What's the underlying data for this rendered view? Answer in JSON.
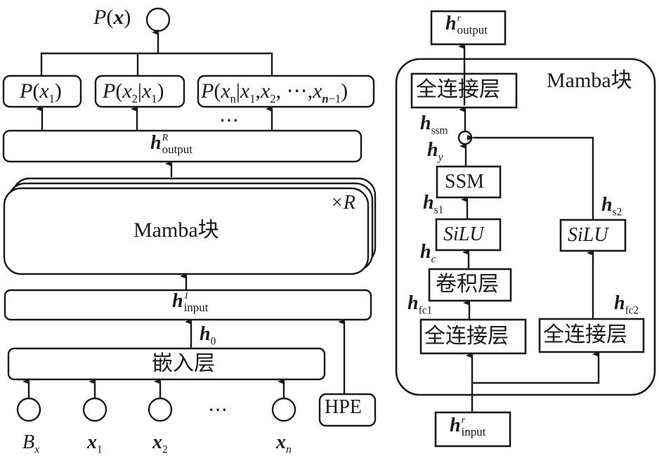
{
  "left_diagram": {
    "output": {
      "label": "P(x)"
    },
    "probs": [
      {
        "label": "P(x₁)"
      },
      {
        "label": "P(x₂|x₁)"
      },
      {
        "label": "P(xₙ|x₁,x₂,⋯,xₙ₋₁)"
      }
    ],
    "ellipsis": "⋯",
    "h_output": {
      "base": "h",
      "sup": "R",
      "sub": "output"
    },
    "mamba_block": {
      "label": "Mamba块",
      "repeat": "×R"
    },
    "h_input": {
      "base": "h",
      "sup": "1",
      "sub": "input"
    },
    "h0": {
      "base": "h",
      "sub": "0"
    },
    "embedding": {
      "label": "嵌入层"
    },
    "hpe": {
      "label": "HPE"
    },
    "inputs": [
      {
        "base": "B",
        "sub": "x"
      },
      {
        "base": "x",
        "sub": "1"
      },
      {
        "base": "x",
        "sub": "2"
      },
      {
        "base": "x",
        "sub": "n"
      }
    ]
  },
  "right_diagram": {
    "title": "Mamba块",
    "h_output": {
      "base": "h",
      "sup": "r",
      "sub": "output"
    },
    "fc_top": "全连接层",
    "h_ssm": {
      "base": "h",
      "sub": "ssm"
    },
    "h_y": {
      "base": "h",
      "sub": "y"
    },
    "ssm": "SSM",
    "h_s1": {
      "base": "h",
      "sub": "s1"
    },
    "silu1": "SiLU",
    "h_c": {
      "base": "h",
      "sub": "c"
    },
    "conv": "卷积层",
    "h_fc1": {
      "base": "h",
      "sub": "fc1"
    },
    "fc1": "全连接层",
    "silu2": "SiLU",
    "h_s2": {
      "base": "h",
      "sub": "s2"
    },
    "h_fc2": {
      "base": "h",
      "sub": "fc2"
    },
    "fc2": "全连接层",
    "h_input": {
      "base": "h",
      "sup": "r",
      "sub": "input"
    }
  }
}
